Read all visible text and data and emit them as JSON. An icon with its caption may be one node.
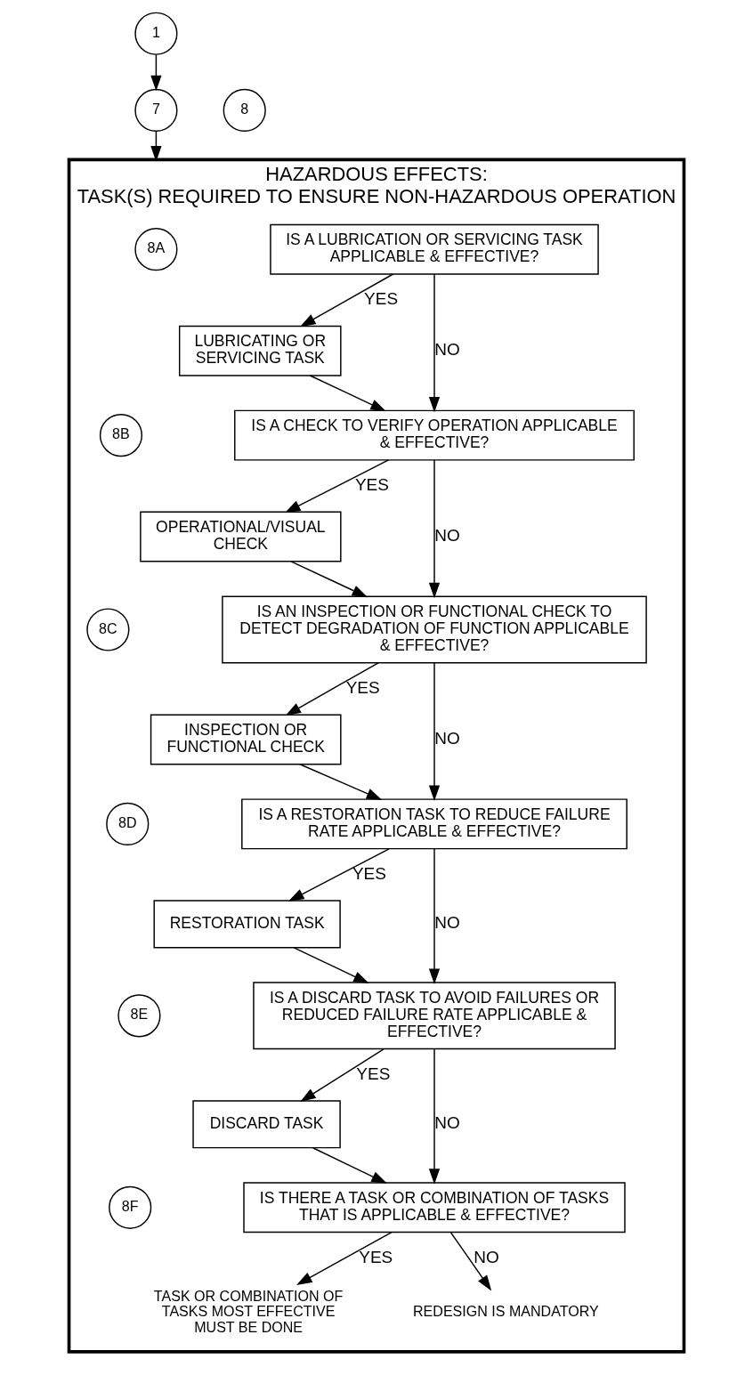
{
  "diagram": {
    "nodes": [
      {
        "text": [
          "1"
        ]
      },
      {
        "text": [
          "7"
        ]
      },
      {
        "text": [
          "HAZARDOUS EFFECTS:",
          "TASK(S) REQUIRED TO ENSURE NON-HAZARDOUS OPERATION"
        ]
      },
      {
        "text": [
          "8"
        ]
      },
      {
        "text": [
          "8A"
        ],
        "in": 2
      },
      {
        "text": [
          "IS A LUBRICATION OR SERVICING TASK APPLICABLE & EFFECTIVE?"
        ],
        "in": 2
      },
      {
        "text": [
          "LUBRICATING OR SERVICING TASK"
        ],
        "in": 2
      },
      {
        "text": [
          "8B"
        ],
        "in": 2
      },
      {
        "text": [
          "IS A CHECK TO VERIFY OPERATION APPLICABLE & EFFECTIVE?"
        ],
        "in": 2
      },
      {
        "text": [
          "OPERATIONAL/VISUAL CHECK"
        ],
        "in": 2
      },
      {
        "text": [
          "8C"
        ],
        "in": 2
      },
      {
        "text": [
          "IS AN INSPECTION OR FUNCTIONAL CHECK TO DETECT DEGRADATION OF FUNCTION APPLICABLE & EFFECTIVE?"
        ],
        "in": 2
      },
      {
        "text": [
          "INSPECTION OR FUNCTIONAL CHECK"
        ],
        "in": 2
      },
      {
        "text": [
          "8D"
        ],
        "in": 2
      },
      {
        "text": [
          "IS A RESTORATION TASK TO REDUCE FAILURE RATE APPLICABLE & EFFECTIVE?"
        ],
        "in": 2
      },
      {
        "text": [
          "RESTORATION TASK"
        ],
        "in": 2
      },
      {
        "text": [
          "8E"
        ],
        "in": 2
      },
      {
        "text": [
          "IS A DISCARD TASK TO AVOID FAILURES OR REDUCED FAILURE RATE APPLICABLE & EFFECTIVE?"
        ],
        "in": 2
      },
      {
        "text": [
          "DISCARD TASK"
        ],
        "in": 2
      },
      {
        "text": [
          "8F"
        ],
        "in": 2
      },
      {
        "text": [
          "IS THERE A TASK OR COMBINATION OF TASKS THAT IS APPLICABLE & EFFECTIVE?"
        ],
        "in": 2
      },
      {
        "text": [
          "TASK OR COMBINATION OF TASKS MOST EFFECTIVE MUST BE DONE"
        ],
        "in": 2
      },
      {
        "text": [
          "REDESIGN IS MANDATORY"
        ],
        "in": 2
      }
    ],
    "edges": [
      {
        "from": 0,
        "to": 1,
        "arrow": "to"
      },
      {
        "from": 1,
        "to": 2,
        "arrow": "to"
      },
      {
        "from": 5,
        "to": 6,
        "arrow": "to",
        "label": "YES"
      },
      {
        "from": 5,
        "to": 8,
        "arrow": "to",
        "label": "NO"
      },
      {
        "from": 6,
        "to": 8,
        "arrow": "to"
      },
      {
        "from": 8,
        "to": 9,
        "arrow": "to",
        "label": "YES"
      },
      {
        "from": 8,
        "to": 11,
        "arrow": "to",
        "label": "NO"
      },
      {
        "from": 9,
        "to": 11,
        "arrow": "to"
      },
      {
        "from": 11,
        "to": 12,
        "arrow": "to",
        "label": "YES"
      },
      {
        "from": 11,
        "to": 14,
        "arrow": "to",
        "label": "NO"
      },
      {
        "from": 12,
        "to": 14,
        "arrow": "to"
      },
      {
        "from": 14,
        "to": 15,
        "arrow": "to",
        "label": "YES"
      },
      {
        "from": 14,
        "to": 17,
        "arrow": "to",
        "label": "NO"
      },
      {
        "from": 15,
        "to": 17,
        "arrow": "to"
      },
      {
        "from": 17,
        "to": 18,
        "arrow": "to",
        "label": "YES"
      },
      {
        "from": 17,
        "to": 20,
        "arrow": "to",
        "label": "NO"
      },
      {
        "from": 18,
        "to": 20,
        "arrow": "to"
      },
      {
        "from": 20,
        "to": 21,
        "arrow": "to",
        "label": "YES"
      },
      {
        "from": 20,
        "to": 22,
        "arrow": "to",
        "label": "NO"
      }
    ]
  }
}
